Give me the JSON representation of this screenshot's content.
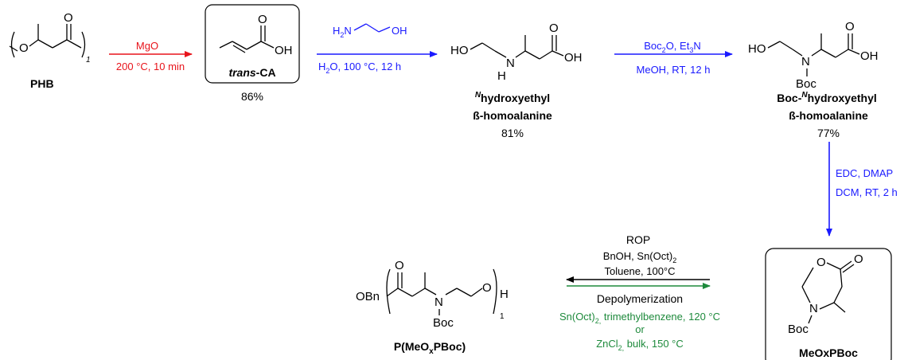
{
  "colors": {
    "red": "#e8141b",
    "blue": "#1a1aff",
    "green": "#1e8a3c",
    "black": "#000000"
  },
  "atoms": {
    "O": "O",
    "OH": "OH",
    "HO": "HO",
    "H": "H",
    "N": "N",
    "Boc": "Boc",
    "OBn": "OBn",
    "n": "1"
  },
  "phb": {
    "name": "PHB"
  },
  "step1": {
    "reagent": "MgO",
    "conditions": "200 °C, 10 min"
  },
  "tca": {
    "name_italic": "trans",
    "name_rest": "-CA",
    "yield": "86%"
  },
  "step2": {
    "reagent_h": "H",
    "reagent_sub": "2",
    "reagent_n": "N",
    "reagent_oh": "OH",
    "conditions_h": "H",
    "conditions_sub": "2",
    "conditions_rest": "O, 100 °C, 12 h"
  },
  "hea": {
    "sup": "N",
    "line1": "hydroxyethyl",
    "line2": "ß-homoalanine",
    "yield": "81%"
  },
  "step3": {
    "reagent_a": "Boc",
    "reagent_a_sub": "2",
    "reagent_b": "O, Et",
    "reagent_b_sub": "3",
    "reagent_c": "N",
    "conditions": "MeOH, RT, 12 h"
  },
  "bochea": {
    "prefix": "Boc-",
    "sup": "N",
    "line1": "hydroxyethyl",
    "line2": "ß-homoalanine",
    "yield": "77%"
  },
  "step4": {
    "reagents": "EDC, DMAP",
    "conditions": "DCM, RT, 2 h"
  },
  "monomer": {
    "name": "MeOxPBoc"
  },
  "rop": {
    "title": "ROP",
    "line1_a": "BnOH, Sn(Oct)",
    "line1_sub": "2",
    "line2": "Toluene, 100°C"
  },
  "depoly": {
    "title": "Depolymerization",
    "line1_a": "Sn(Oct)",
    "line1_sub": "2,",
    "line1_b": " trimethylbenzene, 120 °C",
    "or": "or",
    "line2_a": "ZnCl",
    "line2_sub": "2,",
    "line2_b": " bulk, 150 °C"
  },
  "polymer": {
    "name_a": "P(MeO",
    "name_sub": "x",
    "name_b": "PBoc)"
  }
}
